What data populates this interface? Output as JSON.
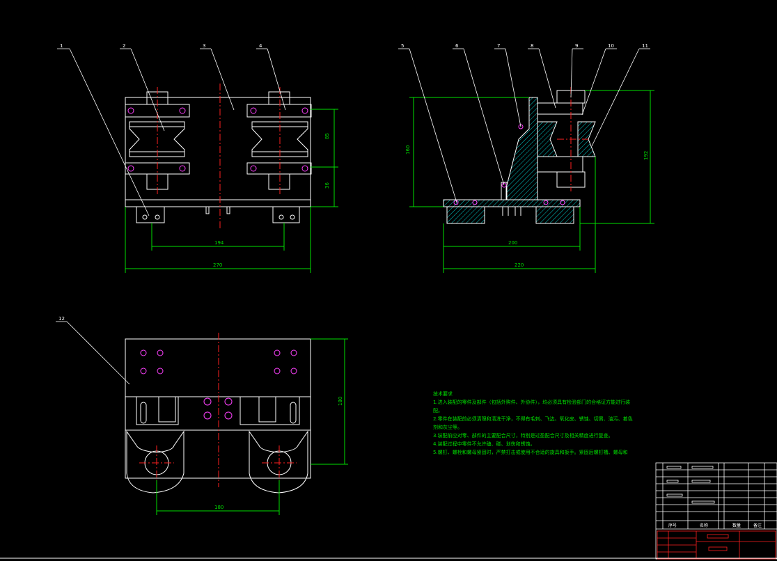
{
  "drawing": {
    "balloons": [
      "1",
      "2",
      "3",
      "4",
      "5",
      "6",
      "7",
      "8",
      "9",
      "10",
      "11",
      "12"
    ],
    "dimensions": {
      "top_height_a": "85",
      "top_height_b": "36",
      "top_inner_width": "194",
      "top_overall_width": "270",
      "side_height": "160",
      "side_right_height": "192",
      "side_inner_width": "200",
      "side_overall_width": "220",
      "bottom_height": "180",
      "bottom_width": "180"
    },
    "colors": {
      "outline": "#ffffff",
      "centerline": "#ff2020",
      "dimension": "#00e000",
      "hatch": "#00c8c8",
      "hole": "#ff40ff"
    }
  },
  "notes": {
    "title": "技术要求",
    "lines": [
      "1.进入装配的零件及部件（包括外购件、外协件），均必须具有检验部门的合格证方能进行装配。",
      "2.零件在装配前必须清理和清洗干净，不得有毛刺、飞边、氧化皮、锈蚀、切屑、油污、着色剂和灰尘等。",
      "3.装配前应对零、部件的主要配合尺寸，特别是过盈配合尺寸及相关精度进行复查。",
      "4.装配过程中零件不允许磕、碰、划伤和锈蚀。",
      "5.螺钉、螺栓和螺母紧固时，严禁打击或使用不合适的旋具和扳手。紧固后螺钉槽、螺母和"
    ]
  },
  "title_block": {
    "col_labels": [
      "序号",
      "名称",
      "数量",
      "备注"
    ]
  }
}
